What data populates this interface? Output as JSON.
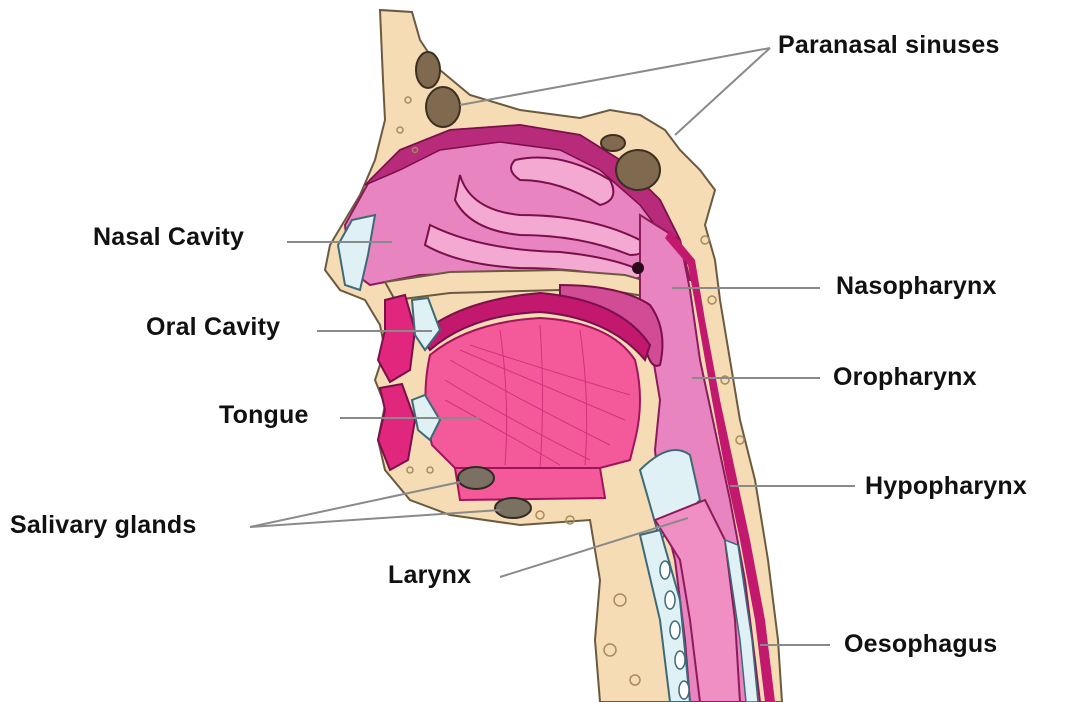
{
  "labels": {
    "paranasal_sinuses": "Paranasal sinuses",
    "nasal_cavity": "Nasal Cavity",
    "nasopharynx": "Nasopharynx",
    "oral_cavity": "Oral Cavity",
    "oropharynx": "Oropharynx",
    "tongue": "Tongue",
    "hypopharynx": "Hypopharynx",
    "salivary_glands": "Salivary glands",
    "larynx": "Larynx",
    "oesophagus": "Oesophagus"
  },
  "colors": {
    "bone": "#f6dcb4",
    "bone_outline": "#6b5a40",
    "soft_tissue": "#f08fc4",
    "airway": "#e884c0",
    "dark_tissue": "#c2186e",
    "muscle": "#f45a9a",
    "sinus": "#7f6a4f",
    "cartilage": "#dff1f5",
    "leader_line": "#8a8a8a"
  }
}
